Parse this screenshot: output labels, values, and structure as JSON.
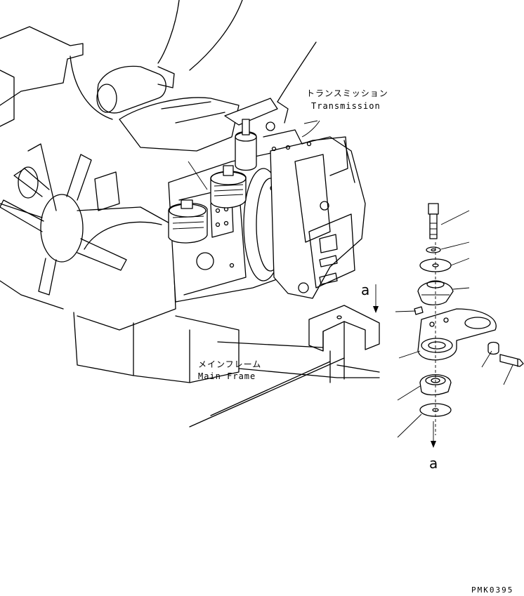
{
  "labels": {
    "transmission_jp": "トランスミッション",
    "transmission_en": "Transmission",
    "main_frame_jp": "メインフレーム",
    "main_frame_en": "Main Frame",
    "view_marker_top": "a",
    "view_marker_bottom": "a",
    "drawing_code": "PMK0395"
  },
  "colors": {
    "line": "#000000",
    "background": "#ffffff"
  }
}
